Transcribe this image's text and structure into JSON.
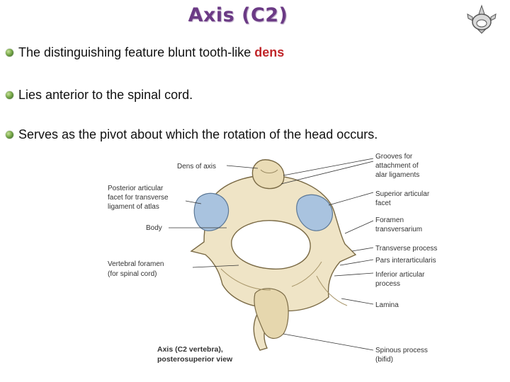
{
  "slide": {
    "title": "Axis (C2)",
    "bullets": [
      {
        "text": "The distinguishing feature blunt tooth-like ",
        "highlight": "dens"
      },
      {
        "text": "Lies anterior to the spinal cord.",
        "highlight": ""
      },
      {
        "text": "Serves as the pivot about which the rotation of the head occurs.",
        "highlight": ""
      }
    ],
    "colors": {
      "title": "#6b3a85",
      "highlight": "#c0262a",
      "bullet": "#79a94a",
      "bone": "#efe4c6",
      "facet": "#a9c3df"
    },
    "logo_icon": "vertebra-logo-icon"
  },
  "figure": {
    "left_labels": {
      "dens": "Dens of axis",
      "posterior_1": "Posterior articular",
      "posterior_2": "facet for transverse",
      "posterior_3": "ligament of atlas",
      "body": "Body",
      "vertebral_1": "Vertebral foramen",
      "vertebral_2": "(for spinal cord)"
    },
    "right_labels": {
      "grooves_1": "Grooves for",
      "grooves_2": "attachment of",
      "grooves_3": "alar ligaments",
      "superior_1": "Superior articular",
      "superior_2": "facet",
      "foramen_1": "Foramen",
      "foramen_2": "transversarium",
      "transverse": "Transverse process",
      "pars": "Pars interarticularis",
      "inferior_1": "Inferior articular",
      "inferior_2": "process",
      "lamina": "Lamina",
      "spinous_1": "Spinous process",
      "spinous_2": "(bifid)"
    },
    "caption_1": "Axis (C2 vertebra),",
    "caption_2": "posterosuperior view"
  }
}
